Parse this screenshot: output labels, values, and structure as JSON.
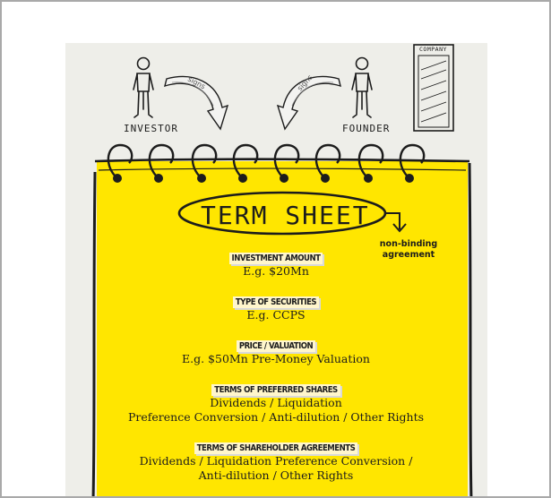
{
  "diagram": {
    "roles": {
      "investor": "INVESTOR",
      "founder": "FOUNDER",
      "company": "COMPANY",
      "signs": "signs"
    },
    "title": "TERM SHEET",
    "note": "non-binding agreement",
    "sections": [
      {
        "heading": "INVESTMENT AMOUNT",
        "lines": [
          "E.g. $20Mn"
        ]
      },
      {
        "heading": "TYPE OF SECURITIES",
        "lines": [
          "E.g. CCPS"
        ]
      },
      {
        "heading": "PRICE / VALUATION",
        "lines": [
          "E.g. $50Mn Pre-Money Valuation"
        ]
      },
      {
        "heading": "TERMS OF PREFERRED SHARES",
        "lines": [
          "Dividends / Liquidation",
          "Preference Conversion / Anti-dilution / Other Rights"
        ]
      },
      {
        "heading": "TERMS OF SHAREHOLDER AGREEMENTS",
        "lines": [
          "Dividends / Liquidation Preference Conversion /",
          "Anti-dilution / Other Rights"
        ]
      }
    ],
    "colors": {
      "paper": "#eeeee9",
      "notepad": "#ffe600",
      "ink": "#1c1c1c"
    }
  }
}
